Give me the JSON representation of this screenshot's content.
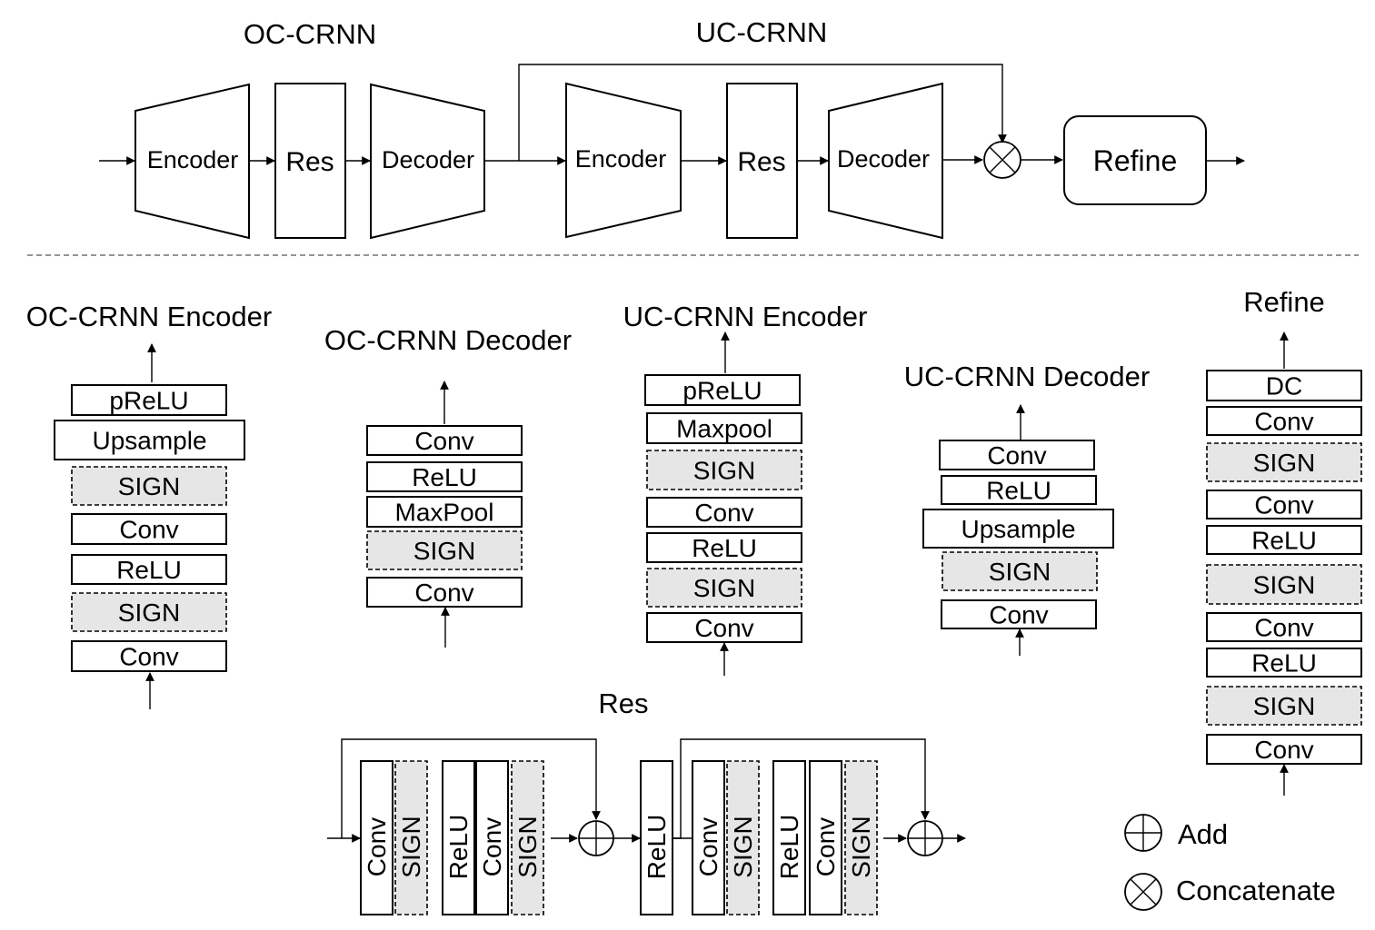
{
  "top": {
    "oc_title": "OC-CRNN",
    "uc_title": "UC-CRNN",
    "encoder": "Encoder",
    "res": "Res",
    "decoder": "Decoder",
    "refine": "Refine"
  },
  "oc_encoder": {
    "title": "OC-CRNN Encoder",
    "layers": [
      "pReLU",
      "Upsample",
      "SIGN",
      "Conv",
      "ReLU",
      "SIGN",
      "Conv"
    ]
  },
  "oc_decoder": {
    "title": "OC-CRNN Decoder",
    "layers": [
      "Conv",
      "ReLU",
      "MaxPool",
      "SIGN",
      "Conv"
    ]
  },
  "uc_encoder": {
    "title": "UC-CRNN Encoder",
    "layers": [
      "pReLU",
      "Maxpool",
      "SIGN",
      "Conv",
      "ReLU",
      "SIGN",
      "Conv"
    ]
  },
  "uc_decoder": {
    "title": "UC-CRNN Decoder",
    "layers": [
      "Conv",
      "ReLU",
      "Upsample",
      "SIGN",
      "Conv"
    ]
  },
  "refine": {
    "title": "Refine",
    "layers": [
      "DC",
      "Conv",
      "SIGN",
      "Conv",
      "ReLU",
      "SIGN",
      "Conv",
      "ReLU",
      "SIGN",
      "Conv"
    ]
  },
  "res": {
    "title": "Res",
    "layers": [
      "Conv",
      "SIGN",
      "ReLU",
      "Conv",
      "SIGN",
      "ReLU",
      "Conv",
      "SIGN",
      "ReLU",
      "Conv",
      "SIGN"
    ]
  },
  "legend": {
    "add": "Add",
    "concatenate": "Concatenate"
  }
}
